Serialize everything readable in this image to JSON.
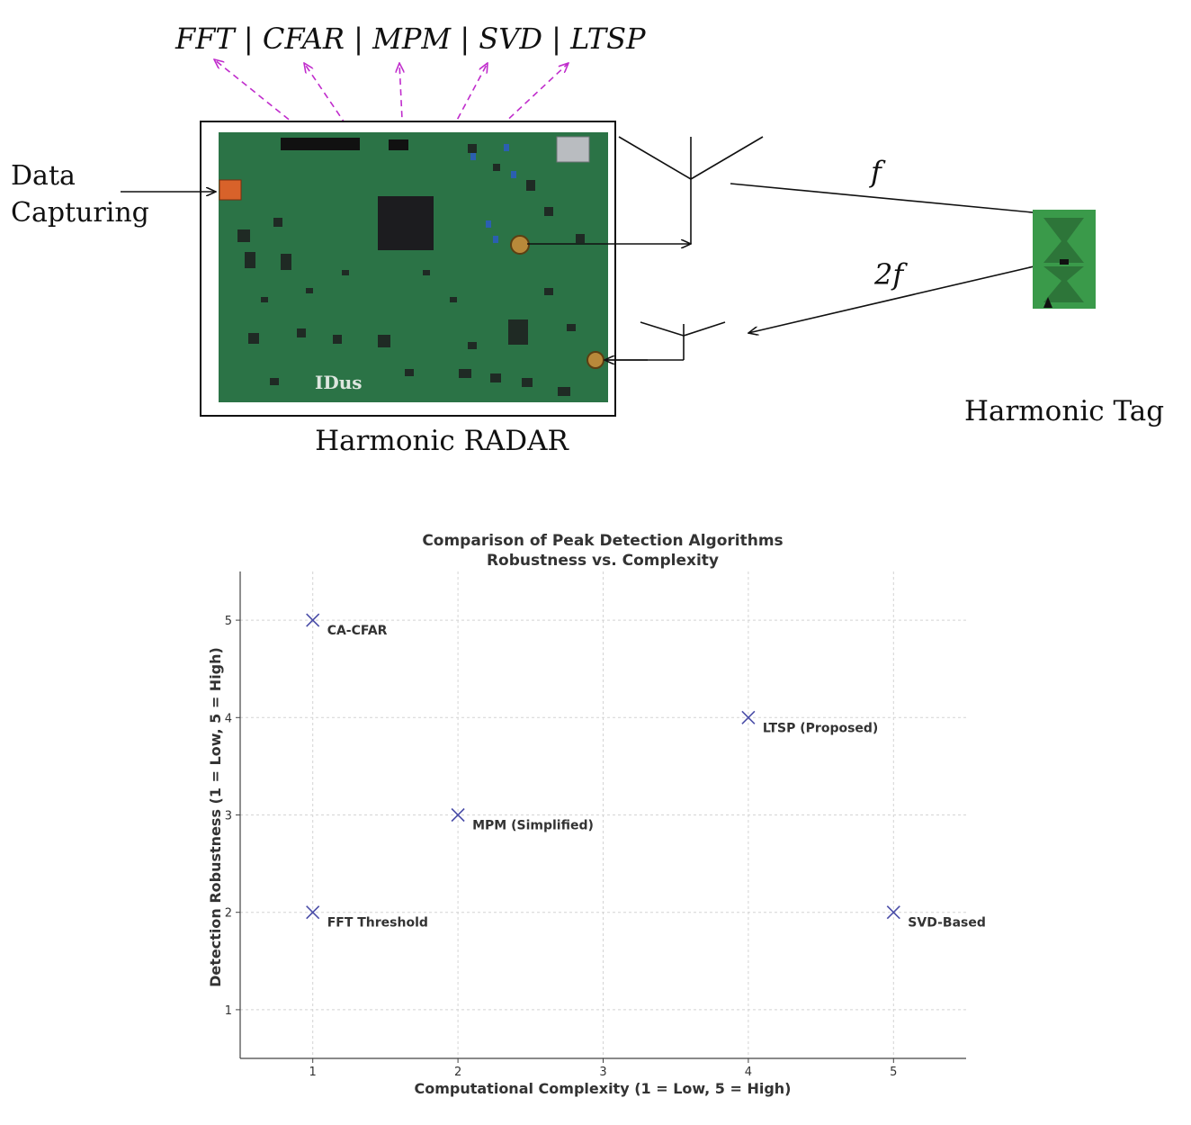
{
  "diagram": {
    "algorithms_label": "FFT | CFAR | MPM | SVD | LTSP",
    "data_capturing_line1": "Data",
    "data_capturing_line2": "Capturing",
    "radar_caption": "Harmonic RADAR",
    "tag_caption": "Harmonic Tag",
    "tx_frequency": "f",
    "rx_frequency": "2f",
    "board_logo": "IDus",
    "colors": {
      "pcb_green": "#2f7a4b",
      "tag_green": "#3a9a4a",
      "arrow_magenta": "#c02ccc",
      "chip": "#1c1c1f"
    }
  },
  "chart_data": {
    "type": "scatter",
    "title_line1": "Comparison of Peak Detection Algorithms",
    "title_line2": "Robustness vs. Complexity",
    "xlabel": "Computational Complexity (1 = Low, 5 = High)",
    "ylabel": "Detection Robustness (1 = Low, 5 = High)",
    "xlim": [
      0.5,
      5.5
    ],
    "ylim": [
      0.5,
      5.5
    ],
    "xticks": [
      1,
      2,
      3,
      4,
      5
    ],
    "yticks": [
      1,
      2,
      3,
      4,
      5
    ],
    "grid": true,
    "marker": "x",
    "marker_color": "#4b4ea8",
    "points": [
      {
        "label": "FFT Threshold",
        "x": 1,
        "y": 2
      },
      {
        "label": "CA-CFAR",
        "x": 1,
        "y": 5
      },
      {
        "label": "MPM (Simplified)",
        "x": 2,
        "y": 3
      },
      {
        "label": "SVD-Based",
        "x": 5,
        "y": 2
      },
      {
        "label": "LTSP (Proposed)",
        "x": 4,
        "y": 4
      }
    ]
  }
}
